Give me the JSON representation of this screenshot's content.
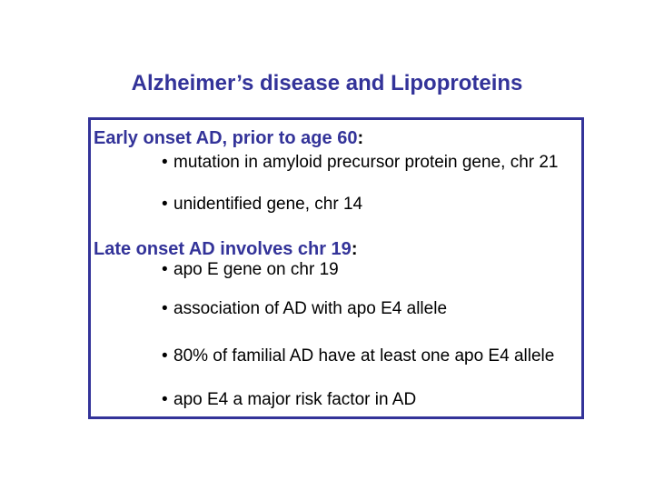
{
  "slide": {
    "title": "Alzheimer’s disease and Lipoproteins",
    "bullet_char": "•",
    "colors": {
      "accent_blue": "#333399",
      "text_black": "#000000",
      "background": "#ffffff"
    },
    "box": {
      "lines": [
        {
          "type": "heading",
          "text": "Early onset AD, prior to age 60",
          "suffix": ":"
        },
        {
          "type": "bullet",
          "text": "mutation in amyloid precursor protein gene, chr 21"
        },
        {
          "type": "bullet",
          "text": "unidentified gene, chr 14"
        },
        {
          "type": "heading",
          "text": "Late onset AD involves chr 19",
          "suffix": ":"
        },
        {
          "type": "bullet",
          "text": "apo E gene on chr 19"
        },
        {
          "type": "bullet",
          "text": "association of AD with apo E4 allele"
        },
        {
          "type": "bullet",
          "text": "80% of familial AD have at least one apo E4 allele"
        },
        {
          "type": "bullet",
          "text": "apo E4 a major risk factor in AD"
        }
      ]
    }
  }
}
